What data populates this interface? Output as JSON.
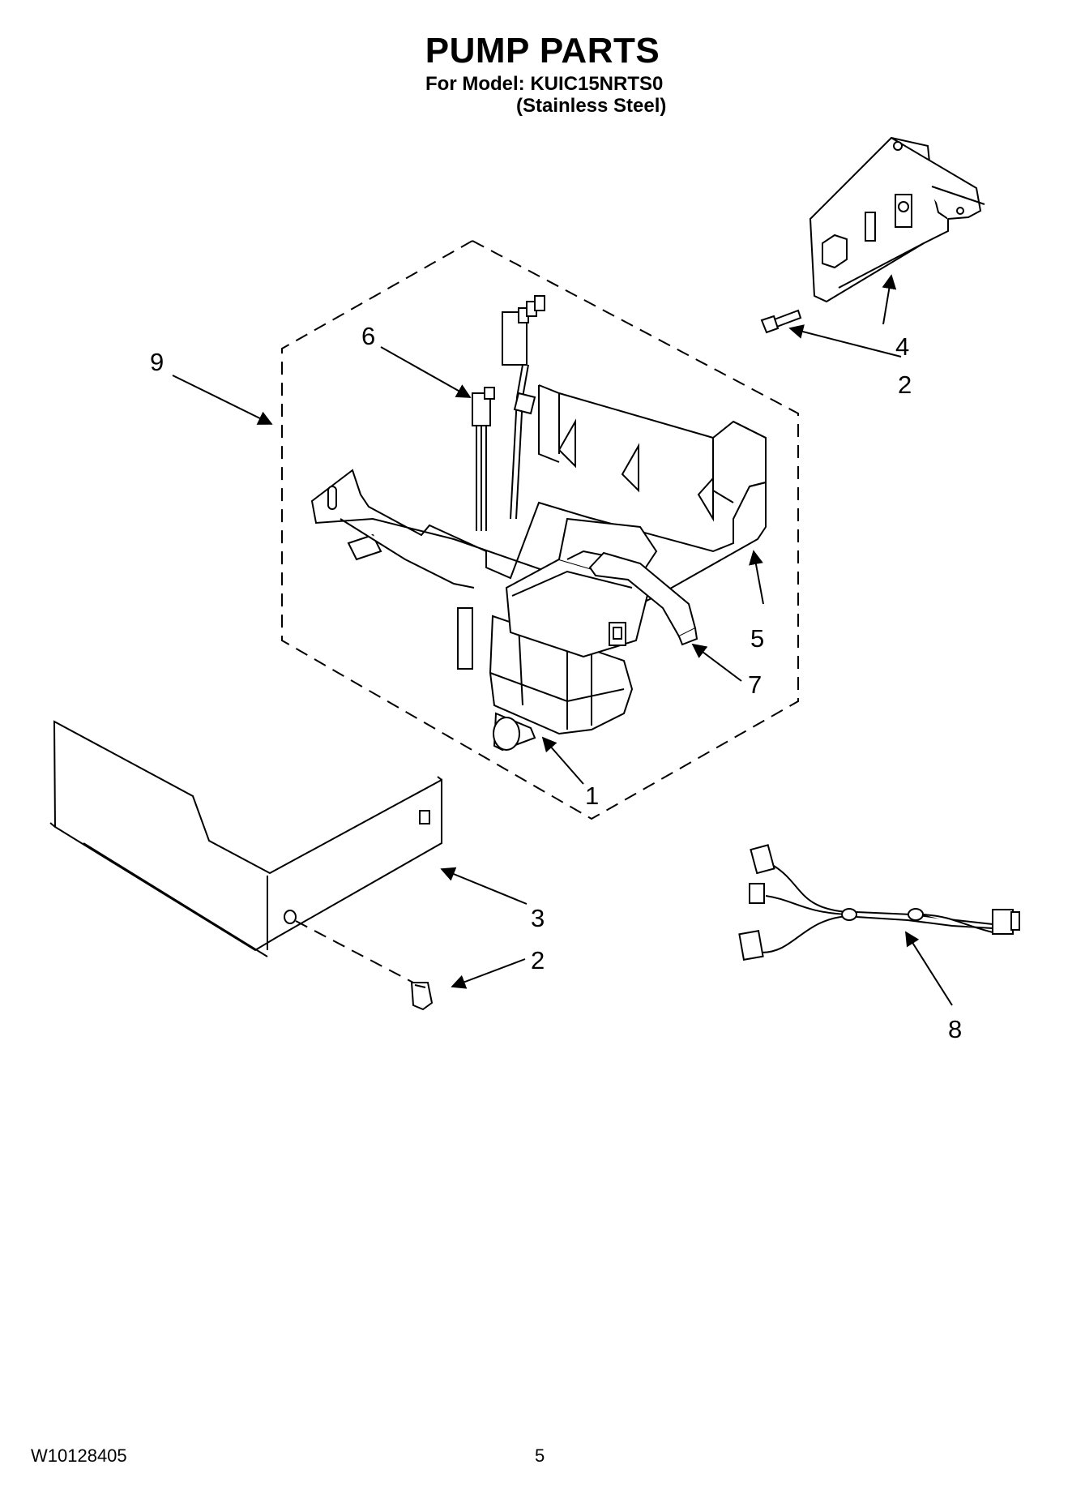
{
  "header": {
    "title": "PUMP PARTS",
    "model_line": "For Model: KUIC15NRTS0",
    "finish_line": "(Stainless Steel)"
  },
  "callouts": {
    "c1": "1",
    "c2a": "2",
    "c2b": "2",
    "c3": "3",
    "c4": "4",
    "c5": "5",
    "c6": "6",
    "c7": "7",
    "c8": "8",
    "c9": "9"
  },
  "footer": {
    "doc_number": "W10128405",
    "page_number": "5"
  }
}
